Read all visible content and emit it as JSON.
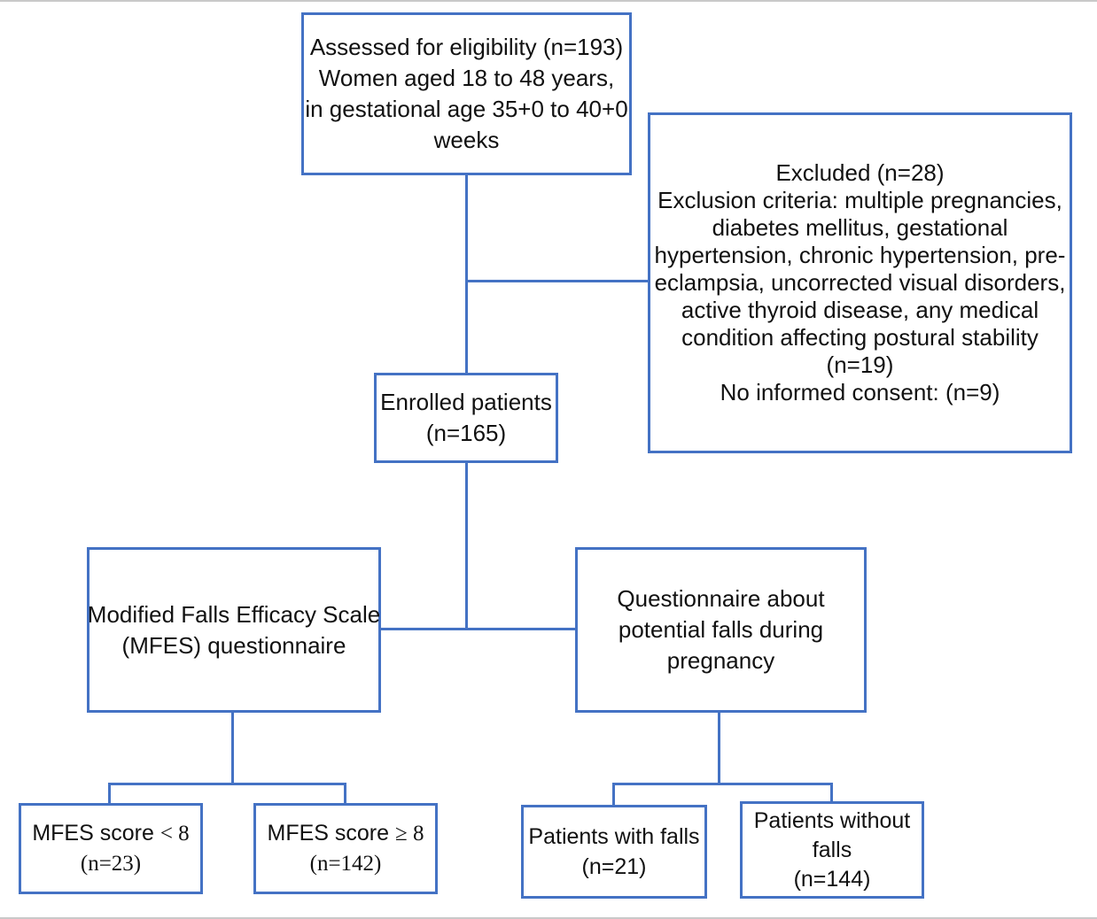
{
  "colors": {
    "accent": "#4472C4",
    "text": "#111111",
    "edge": "#c9c9c9"
  },
  "flowchart": {
    "assessed": {
      "lines": [
        "Assessed for eligibility (n=193)",
        "Women aged 18 to 48 years,",
        "in gestational age 35+0 to 40+0",
        "weeks"
      ]
    },
    "excluded": {
      "lines": [
        "Excluded (n=28)",
        "Exclusion criteria: multiple pregnancies,",
        "diabetes mellitus, gestational",
        "hypertension, chronic hypertension, pre-",
        "eclampsia, uncorrected visual disorders,",
        "active thyroid disease, any medical",
        "condition affecting postural stability",
        "(n=19)",
        "No informed consent: (n=9)"
      ]
    },
    "enrolled": {
      "lines": [
        "Enrolled patients",
        "(n=165)"
      ]
    },
    "mfes_questionnaire": {
      "lines": [
        "Modified Falls Efficacy Scale",
        "(MFES) questionnaire"
      ]
    },
    "falls_questionnaire": {
      "lines": [
        "Questionnaire about",
        "potential falls during",
        "pregnancy"
      ]
    },
    "mfes_low": {
      "label_sans": "MFES score",
      "label_serif": "< 8",
      "count": "(n=23)"
    },
    "mfes_high": {
      "label_sans": "MFES score",
      "label_serif": "≥ 8",
      "count": "(n=142)"
    },
    "with_falls": {
      "lines": [
        "Patients with falls",
        "(n=21)"
      ]
    },
    "without_falls": {
      "lines": [
        "Patients without",
        "falls",
        "(n=144)"
      ]
    }
  }
}
